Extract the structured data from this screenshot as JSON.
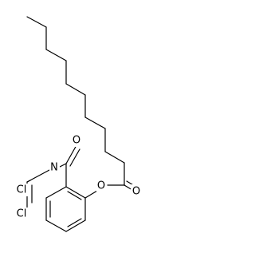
{
  "molecule": {
    "atoms": {
      "ester_oxygen": "O",
      "carbonyl_oxygen_ester": "O",
      "amide_oxygen": "O",
      "amide_nitrogen": "N",
      "chlorine_top": "Cl",
      "chlorine_bottom": "Cl"
    }
  }
}
